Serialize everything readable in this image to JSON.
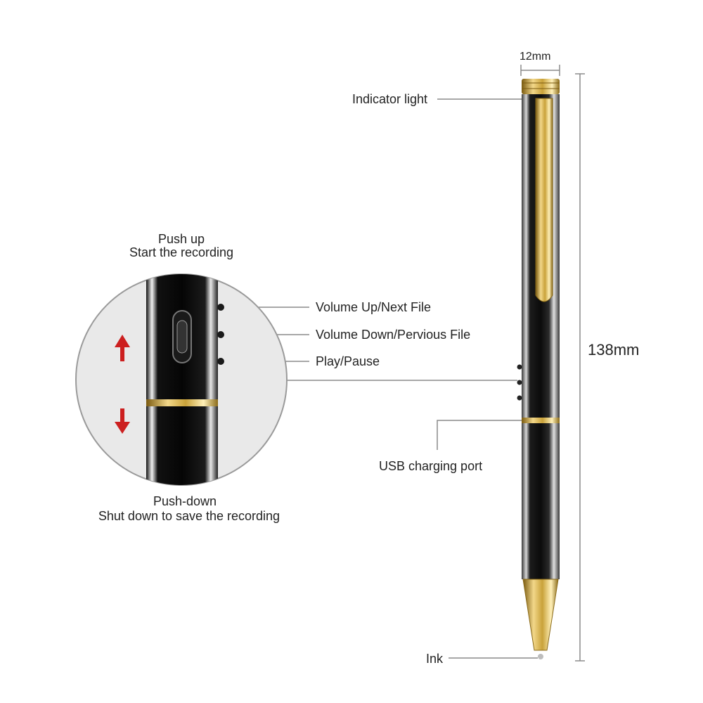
{
  "labels": {
    "indicator_light": "Indicator light",
    "push_up_line1": "Push up",
    "push_up_line2": "Start the recording",
    "volume_up": "Volume Up/Next File",
    "volume_down": "Volume Down/Pervious File",
    "play_pause": "Play/Pause",
    "usb_port": "USB charging port",
    "push_down_line1": "Push-down",
    "push_down_line2": "Shut down to save the recording",
    "ink": "Ink"
  },
  "dimensions": {
    "width": "12mm",
    "length": "138mm"
  },
  "colors": {
    "arrow_red": "#cc1f1f",
    "gold": "#c9a23a",
    "pen_dark": "#1a1a1a",
    "leader_line": "#8a8a8a",
    "zoom_bg": "#e9e9e9"
  }
}
